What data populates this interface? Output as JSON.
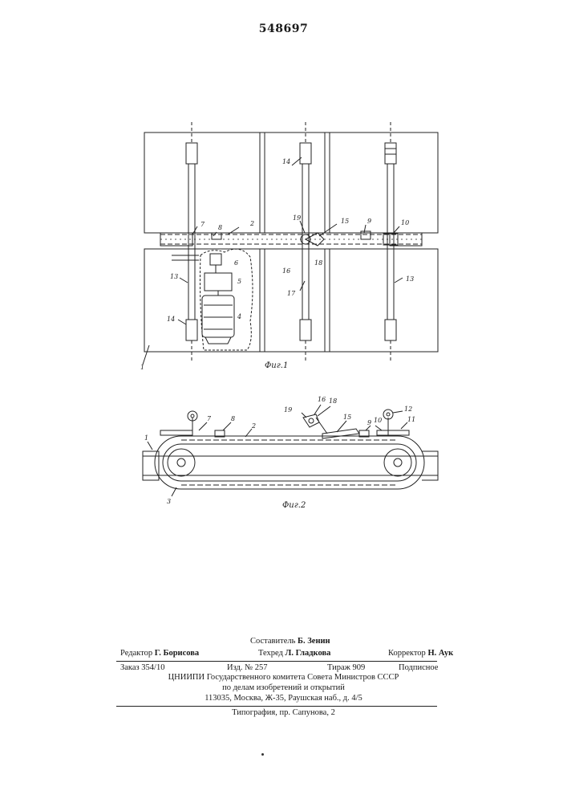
{
  "patent_number": "548697",
  "fig1": {
    "caption": "Фиг.1",
    "labels": {
      "l1": "1",
      "l2": "2",
      "l4": "4",
      "l5": "5",
      "l6": "6",
      "l7": "7",
      "l8": "8",
      "l9": "9",
      "l10": "10",
      "l13a": "13",
      "l13b": "13",
      "l14a": "14",
      "l14b": "14",
      "l15": "15",
      "l16": "16",
      "l17": "17",
      "l18": "18",
      "l19": "19"
    }
  },
  "fig2": {
    "caption": "Фиг.2",
    "labels": {
      "l1": "1",
      "l2": "2",
      "l3": "3",
      "l7": "7",
      "l8": "8",
      "l9": "9",
      "l10": "10",
      "l11": "11",
      "l12": "12",
      "l15": "15",
      "l16": "16",
      "l18": "18",
      "l19": "19"
    }
  },
  "imprint": {
    "compiler_role": "Составитель",
    "compiler_name": "Б. Зенин",
    "editor_role": "Редактор",
    "editor_name": "Г. Борисова",
    "techred_role": "Техред",
    "techred_name": "Л. Гладкова",
    "corrector_role": "Корректор",
    "corrector_name": "Н. Аук",
    "order": "Заказ 354/10",
    "edition": "Изд. № 257",
    "print_run": "Тираж 909",
    "subscription": "Подписное",
    "org_line1": "ЦНИИПИ Государственного комитета Совета Министров СССР",
    "org_line2": "по делам изобретений и открытий",
    "address": "113035, Москва, Ж-35, Раушская наб., д. 4/5",
    "printshop": "Типография, пр. Сапунова, 2"
  }
}
